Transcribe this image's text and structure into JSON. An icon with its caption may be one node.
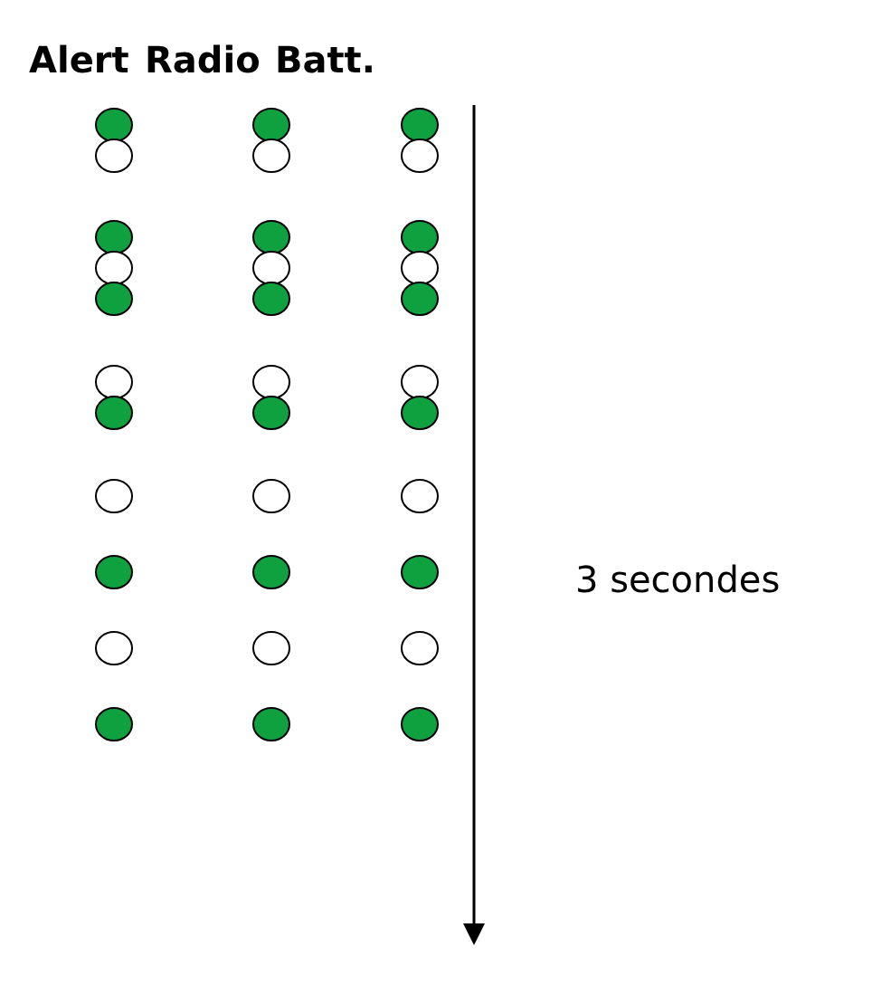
{
  "diagram": {
    "labels": [
      "Alert",
      "Radio",
      "Batt.",
      "3 secondes"
    ]
  }
}
